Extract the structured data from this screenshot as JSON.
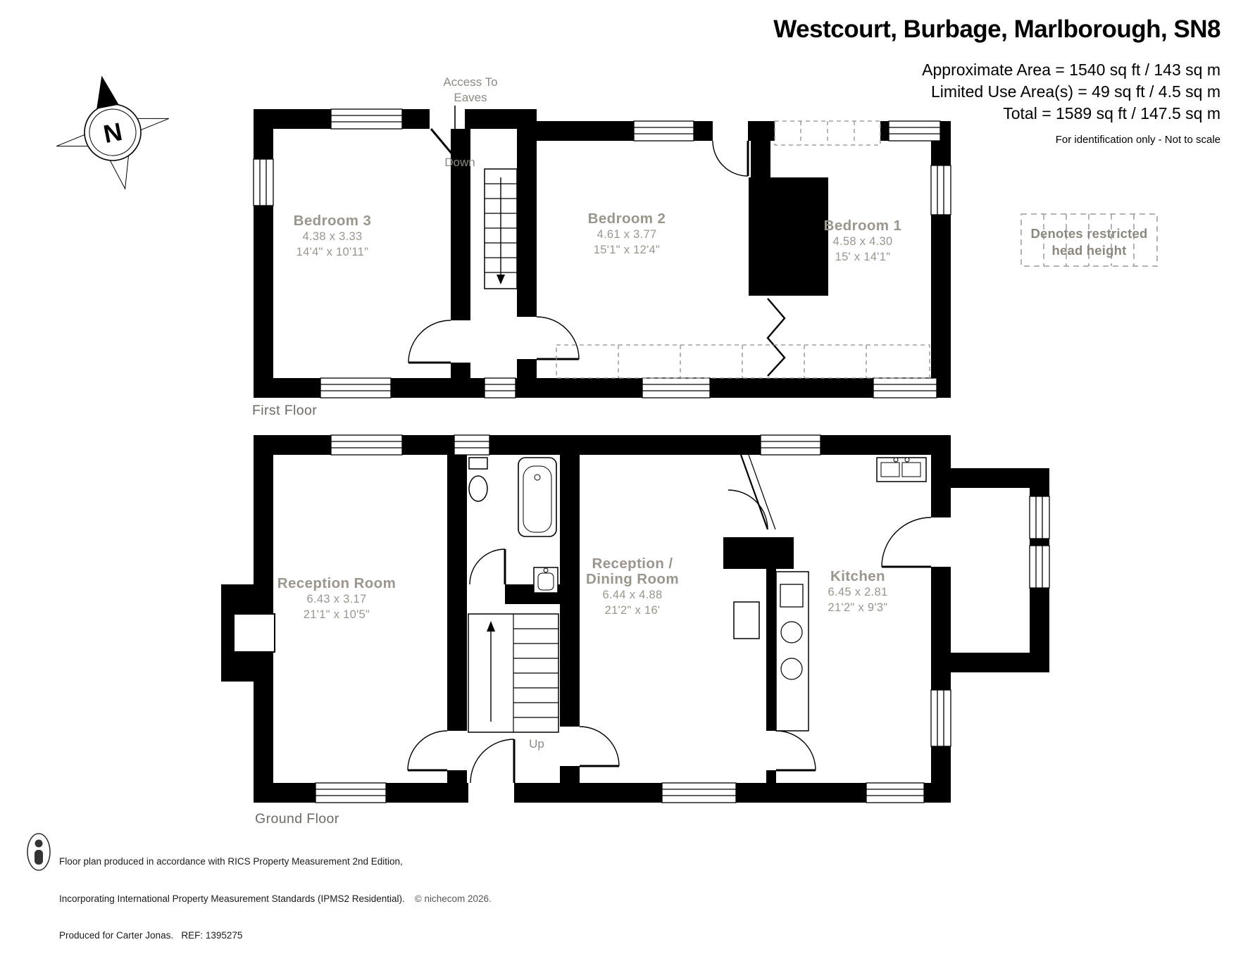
{
  "header": {
    "title": "Westcourt, Burbage, Marlborough, SN8",
    "approximate_area": "Approximate Area = 1540 sq ft / 143 sq m",
    "limited_use_area": "Limited Use Area(s) = 49 sq ft / 4.5 sq m",
    "total_area": "Total = 1589 sq ft / 147.5 sq m",
    "disclaimer": "For identification only - Not to scale"
  },
  "compass": {
    "north_label": "N"
  },
  "legend": {
    "restricted": "Denotes restricted head height"
  },
  "floors": [
    {
      "name": "First Floor",
      "rooms": [
        {
          "name": "Bedroom 3",
          "metric": "4.38 x 3.33",
          "imperial": "14'4\" x 10'11\""
        },
        {
          "name": "Bedroom 2",
          "metric": "4.61 x 3.77",
          "imperial": "15'1\" x 12'4\""
        },
        {
          "name": "Bedroom 1",
          "metric": "4.58 x 4.30",
          "imperial": "15' x 14'1\""
        }
      ],
      "annotations": {
        "access_to_eaves": "Access To Eaves",
        "down": "Down"
      }
    },
    {
      "name": "Ground Floor",
      "rooms": [
        {
          "name": "Reception Room",
          "metric": "6.43 x 3.17",
          "imperial": "21'1\" x 10'5\""
        },
        {
          "name": "Reception / Dining Room",
          "metric": "6.44 x 4.88",
          "imperial": "21'2\" x 16'"
        },
        {
          "name": "Kitchen",
          "metric": "6.45 x 2.81",
          "imperial": "21'2\" x 9'3\""
        }
      ],
      "annotations": {
        "up": "Up"
      }
    }
  ],
  "footer": {
    "line1": "Floor plan produced in accordance with RICS Property Measurement 2nd Edition,",
    "line2": "Incorporating International Property Measurement Standards (IPMS2 Residential).",
    "copyright": "© nichecom 2026.",
    "line3": "Produced for Carter Jonas.   REF: 1395275"
  },
  "colors": {
    "wall": "#000000",
    "room_label": "#9b958c",
    "floor_label": "#6f6b63",
    "dashed": "#8e8e8e"
  }
}
